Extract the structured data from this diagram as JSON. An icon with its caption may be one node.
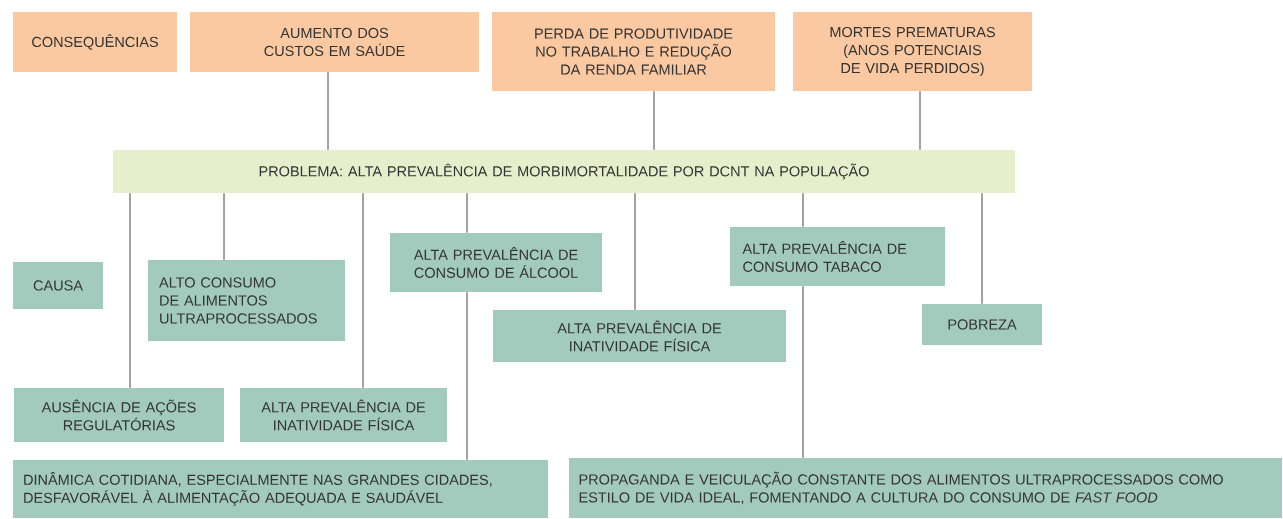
{
  "diagram": {
    "nodes": [
      {
        "text": [
          "CONSEQUÊNCIAS"
        ]
      },
      {
        "text": [
          "AUMENTO DOS CUSTOS EM SAÚDE"
        ]
      },
      {
        "text": [
          "PERDA DE PRODUTIVIDADE NO TRABALHO E REDUÇÃO DA RENDA FAMILIAR"
        ]
      },
      {
        "text": [
          "MORTES PREMATURAS (ANOS POTENCIAIS DE VIDA PERDIDOS)"
        ]
      },
      {
        "text": [
          "PROBLEMA: ALTA PREVALÊNCIA DE MORBIMORTALIDADE POR DCNT NA POPULAÇÃO"
        ]
      },
      {
        "text": [
          "CAUSA"
        ]
      },
      {
        "text": [
          "ALTO CONSUMO DE ALIMENTOS ULTRAPROCESSADOS"
        ]
      },
      {
        "text": [
          "ALTA PREVALÊNCIA DE CONSUMO DE ÁLCOOL"
        ]
      },
      {
        "text": [
          "ALTA PREVALÊNCIA DE CONSUMO TABACO"
        ]
      },
      {
        "text": [
          "ALTA PREVALÊNCIA DE INATIVIDADE FÍSICA"
        ]
      },
      {
        "text": [
          "POBREZA"
        ]
      },
      {
        "text": [
          "AUSÊNCIA DE AÇÕES REGULATÓRIAS"
        ]
      },
      {
        "text": [
          "ALTA PREVALÊNCIA DE INATIVIDADE FÍSICA"
        ]
      },
      {
        "text": [
          "DINÂMICA COTIDIANA, ESPECIALMENTE NAS GRANDES CIDADES, DESFAVORÁVEL À ALIMENTAÇÃO ADEQUADA E SAUDÁVEL"
        ]
      },
      {
        "text": [
          "PROPAGANDA E VEICULAÇÃO CONSTANTE DOS ALIMENTOS ULTRAPROCESSADOS COMO ESTILO DE VIDA IDEAL, FOMENTANDO A CULTURA DO CONSUMO DE *FAST FOOD*"
        ]
      }
    ],
    "edges": [
      {
        "from": 1,
        "to": 4,
        "arrow": "none"
      },
      {
        "from": 2,
        "to": 4,
        "arrow": "none"
      },
      {
        "from": 3,
        "to": 4,
        "arrow": "none"
      },
      {
        "from": 4,
        "to": 11,
        "arrow": "none"
      },
      {
        "from": 4,
        "to": 6,
        "arrow": "none"
      },
      {
        "from": 4,
        "to": 12,
        "arrow": "none"
      },
      {
        "from": 4,
        "to": 7,
        "arrow": "none"
      },
      {
        "from": 4,
        "to": 9,
        "arrow": "none"
      },
      {
        "from": 4,
        "to": 8,
        "arrow": "none"
      },
      {
        "from": 4,
        "to": 10,
        "arrow": "none"
      },
      {
        "from": 7,
        "to": 13,
        "arrow": "none"
      },
      {
        "from": 8,
        "to": 14,
        "arrow": "none"
      }
    ]
  }
}
